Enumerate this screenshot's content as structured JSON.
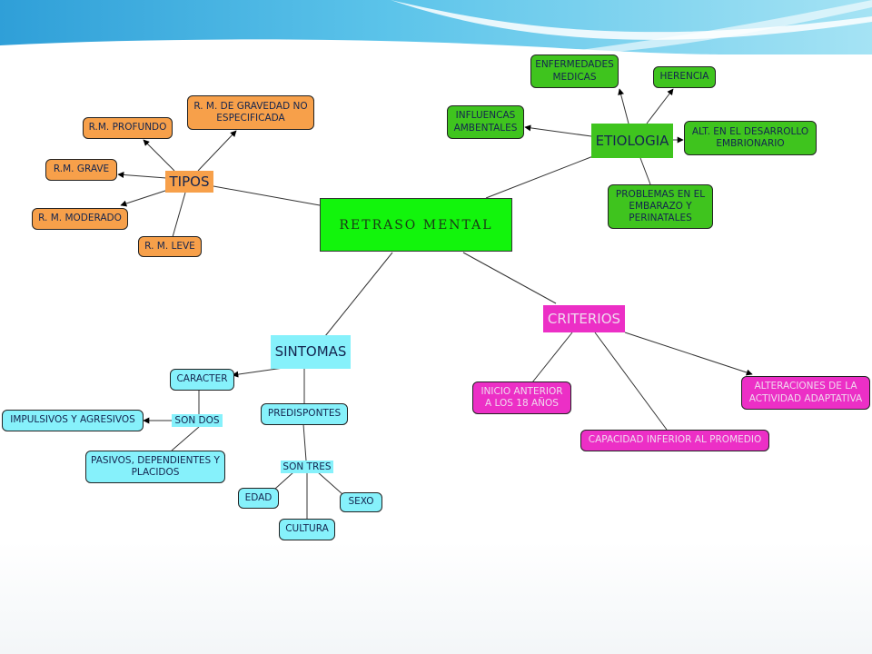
{
  "root": {
    "label": "RETRASO MENTAL",
    "color": "#12f50c"
  },
  "tipos": {
    "label": "TIPOS",
    "color": "#f7a04a",
    "items": [
      "R.M. PROFUNDO",
      "R. M. DE GRAVEDAD NO ESPECIFICADA",
      "R.M. GRAVE",
      "R. M. MODERADO",
      "R. M. LEVE"
    ]
  },
  "etiologia": {
    "label": "ETIOLOGIA",
    "color": "#3fc41e",
    "items": [
      "ENFERMEDADES MEDICAS",
      "HERENCIA",
      "INFLUENCAS AMBENTALES",
      "ALT. EN EL DESARROLLO EMBRIONARIO",
      "PROBLEMAS EN EL EMBARAZO Y PERINATALES"
    ]
  },
  "criterios": {
    "label": "CRITERIOS",
    "color": "#ec2fc6",
    "items": [
      "INICIO ANTERIOR A LOS 18 AÑOS",
      "CAPACIDAD INFERIOR AL PROMEDIO",
      "ALTERACIONES DE LA ACTIVIDAD ADAPTATIVA"
    ]
  },
  "sintomas": {
    "label": "SINTOMAS",
    "color": "#86f1fb",
    "caracter": {
      "label": "CARACTER",
      "link_label": "SON DOS",
      "items": [
        "IMPULSIVOS Y AGRESIVOS",
        "PASIVOS, DEPENDIENTES Y PLACIDOS"
      ]
    },
    "predispontes": {
      "label": "PREDISPONTES",
      "link_label": "SON TRES",
      "items": [
        "EDAD",
        "SEXO",
        "CULTURA"
      ]
    }
  }
}
